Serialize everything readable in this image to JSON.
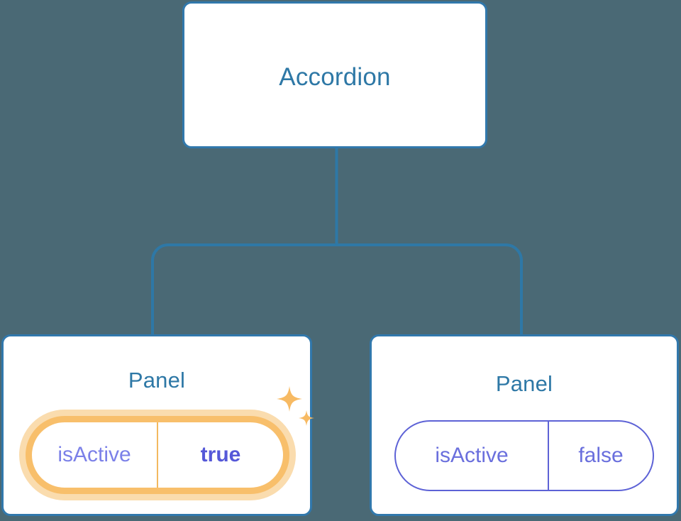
{
  "theme": {
    "background": "#4a6975",
    "card_background": "#ffffff",
    "card_border": "#3178ac",
    "connector": "#2e78a6",
    "title_text": "#2e78a6",
    "pill_border": "#5d62d6",
    "pill_text": "#6a6fdd",
    "highlight_ring_inner": "#f8bf6b",
    "highlight_ring_outer": "#fadcae",
    "highlight_value_text": "#5558d8",
    "sparkle": "#f7ba63"
  },
  "tree": {
    "root": {
      "title": "Accordion"
    },
    "children": [
      {
        "title": "Panel",
        "highlighted": true,
        "prop": {
          "key": "isActive",
          "value": "true"
        },
        "sparkle_icons": [
          "sparkle-large-icon",
          "sparkle-small-icon"
        ]
      },
      {
        "title": "Panel",
        "highlighted": false,
        "prop": {
          "key": "isActive",
          "value": "false"
        }
      }
    ]
  }
}
